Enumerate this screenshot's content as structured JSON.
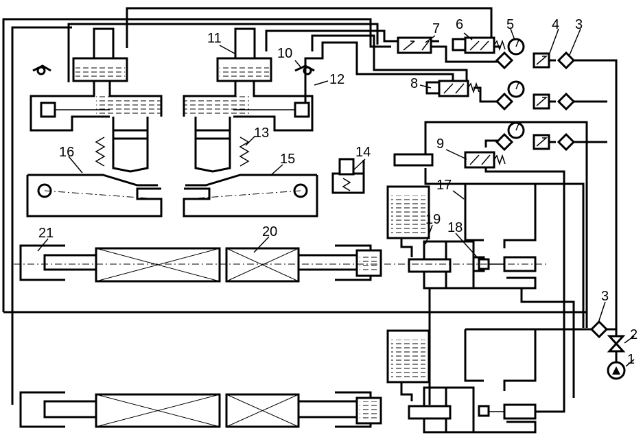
{
  "labels": {
    "n1": "1",
    "n2": "2",
    "n3a": "3",
    "n3b": "3",
    "n4": "4",
    "n5": "5",
    "n6": "6",
    "n7": "7",
    "n8": "8",
    "n9": "9",
    "n10": "10",
    "n11": "11",
    "n12": "12",
    "n13": "13",
    "n14": "14",
    "n15": "15",
    "n16": "16",
    "n17": "17",
    "n18": "18",
    "n19": "19",
    "n20": "20",
    "n21": "21"
  }
}
